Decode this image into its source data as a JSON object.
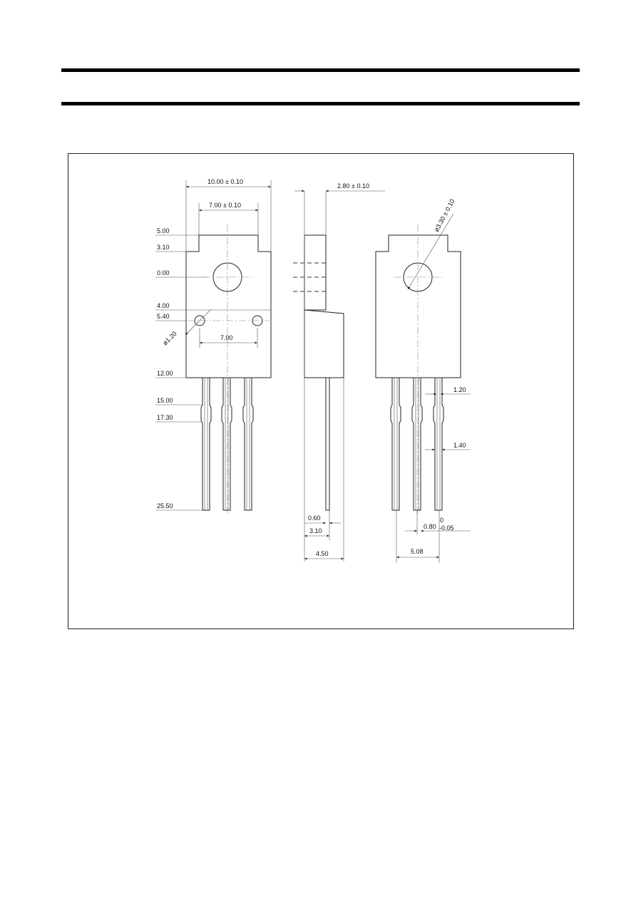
{
  "dimensions": {
    "front": {
      "width_overall": "10.00 ± 0.10",
      "width_inner": "7.00 ± 0.10",
      "hole_spacing": "7.00",
      "small_hole_dia": "ø1.20",
      "levels": [
        "5.00",
        "3.10",
        "0.00",
        "4.00",
        "5.40",
        "12.00",
        "15.00",
        "17.30",
        "25.50"
      ]
    },
    "side": {
      "thickness_top": "2.80 ± 0.10",
      "lead_thickness": "0.60",
      "offset": "3.10",
      "body_thickness": "4.50"
    },
    "back": {
      "mount_hole_dia": "ø3.30 ± 0.10",
      "lead_width_top": "1.20",
      "lead_width_bottom": "1.40",
      "lead_width": "0.80",
      "lead_tol_upper": "0",
      "lead_tol_lower": "-0.05",
      "pitch": "5.08"
    }
  }
}
